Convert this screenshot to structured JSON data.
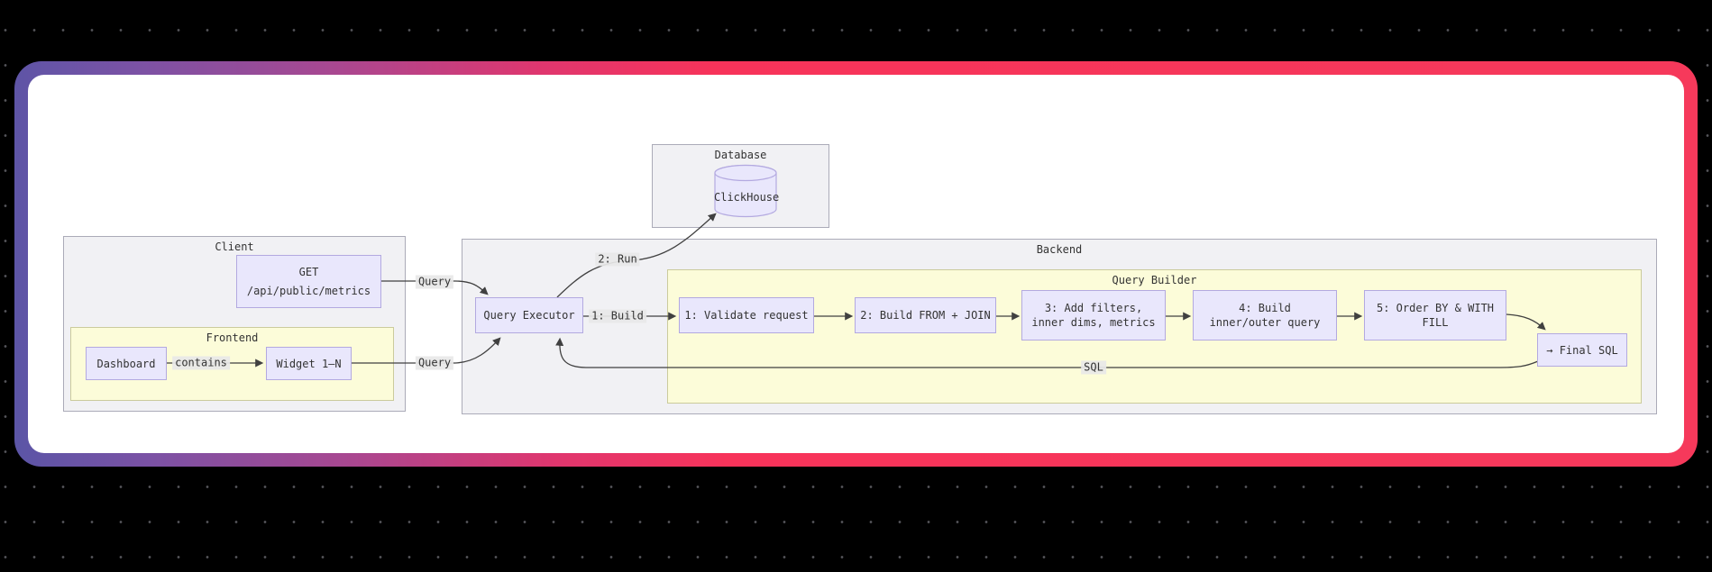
{
  "diagram": {
    "subgraphs": {
      "client": "Client",
      "frontend": "Frontend",
      "database": "Database",
      "backend": "Backend",
      "query_builder": "Query Builder"
    },
    "nodes": {
      "get_line1": "GET",
      "get_line2": "/api/public/metrics",
      "dashboard": "Dashboard",
      "widget": "Widget 1–N",
      "clickhouse": "ClickHouse",
      "query_executor": "Query Executor",
      "validate": "1: Validate request",
      "build_from_join": "2: Build FROM + JOIN",
      "add_filters_line1": "3: Add filters,",
      "add_filters_line2": "inner dims, metrics",
      "inner_outer_line1": "4: Build",
      "inner_outer_line2": "inner/outer query",
      "order_by_line1": "5: Order BY & WITH",
      "order_by_line2": "FILL",
      "final_sql": "→ Final SQL"
    },
    "edge_labels": {
      "query_from_get": "Query",
      "query_from_widget": "Query",
      "contains": "contains",
      "build": "1: Build",
      "run": "2: Run",
      "sql": "SQL"
    },
    "colors": {
      "node_fill": "#e9e7fc",
      "node_border": "#b3a9e0",
      "cluster_fill": "#f1f1f4",
      "cluster_border": "#ababb8",
      "yellow_fill": "#fcfcd9",
      "yellow_border": "#cbcb9c",
      "edge_stroke": "#404040",
      "label_bg": "#e8e8e8",
      "card_gradient_left": "#5b55a6",
      "card_gradient_right": "#f7335a",
      "canvas_bg": "#000000"
    }
  }
}
